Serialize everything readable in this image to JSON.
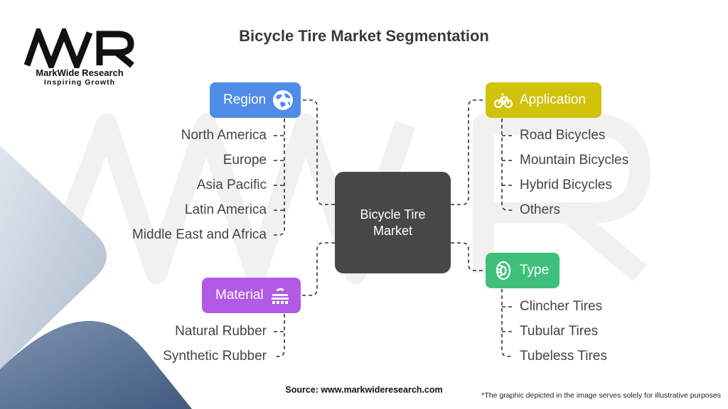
{
  "brand": {
    "name": "MarkWide Research",
    "tagline": "Inspiring Growth",
    "logo_text": "MWR"
  },
  "title": "Bicycle Tire Market Segmentation",
  "center": {
    "line1": "Bicycle Tire",
    "line2": "Market"
  },
  "categories": {
    "region": {
      "label": "Region",
      "icon": "globe-icon",
      "color": "#4f8ce6",
      "items": [
        "North America",
        "Europe",
        "Asia Pacific",
        "Latin America",
        "Middle East and Africa"
      ]
    },
    "material": {
      "label": "Material",
      "icon": "material-icon",
      "color": "#b15ae5",
      "items": [
        "Natural Rubber",
        "Synthetic Rubber"
      ]
    },
    "application": {
      "label": "Application",
      "icon": "bicycle-icon",
      "color": "#d1c20a",
      "items": [
        "Road Bicycles",
        "Mountain Bicycles",
        "Hybrid Bicycles",
        "Others"
      ]
    },
    "type": {
      "label": "Type",
      "icon": "tire-icon",
      "color": "#3fc07a",
      "items": [
        "Clincher Tires",
        "Tubular Tires",
        "Tubeless Tires"
      ]
    }
  },
  "footer": {
    "source": "Source: www.markwideresearch.com",
    "disclaimer": "*The graphic depicted in the image serves solely for illustrative purposes"
  }
}
